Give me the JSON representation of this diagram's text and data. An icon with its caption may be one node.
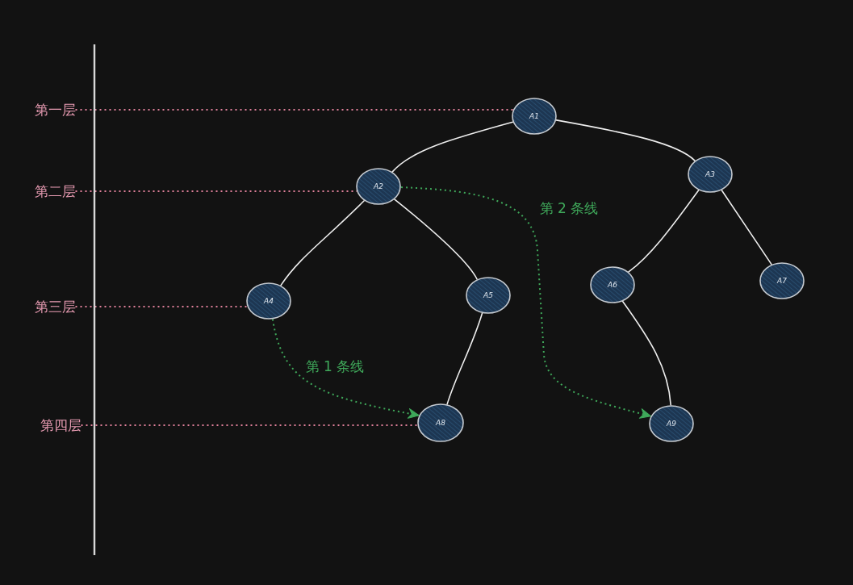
{
  "diagram": {
    "nodes": [
      {
        "text": [
          "A1"
        ]
      },
      {
        "text": [
          "A2"
        ]
      },
      {
        "text": [
          "A3"
        ]
      },
      {
        "text": [
          "A4"
        ]
      },
      {
        "text": [
          "A5"
        ]
      },
      {
        "text": [
          "A6"
        ]
      },
      {
        "text": [
          "A7"
        ]
      },
      {
        "text": [
          "A8"
        ]
      },
      {
        "text": [
          "A9"
        ]
      },
      {
        "text": [
          "第一层"
        ]
      },
      {
        "text": [
          "第二层"
        ]
      },
      {
        "text": [
          "第三层"
        ]
      },
      {
        "text": [
          "第四层"
        ]
      }
    ],
    "edges": [
      {
        "from": 0,
        "to": 1,
        "arrow": "none"
      },
      {
        "from": 0,
        "to": 2,
        "arrow": "none"
      },
      {
        "from": 1,
        "to": 3,
        "arrow": "none"
      },
      {
        "from": 1,
        "to": 4,
        "arrow": "none"
      },
      {
        "from": 2,
        "to": 5,
        "arrow": "none"
      },
      {
        "from": 2,
        "to": 6,
        "arrow": "none"
      },
      {
        "from": 4,
        "to": 7,
        "arrow": "none"
      },
      {
        "from": 5,
        "to": 8,
        "arrow": "none"
      },
      {
        "from": 3,
        "to": 7,
        "arrow": "to",
        "label": "第 1 条线",
        "style": "dashed",
        "color": "#3fa85a"
      },
      {
        "from": 1,
        "to": 8,
        "arrow": "to",
        "label": "第 2 条线",
        "style": "dashed",
        "color": "#3fa85a"
      },
      {
        "from": 9,
        "to": 0,
        "arrow": "none",
        "style": "dashed",
        "color": "#e0809a"
      },
      {
        "from": 10,
        "to": 1,
        "arrow": "none",
        "style": "dashed",
        "color": "#e0809a"
      },
      {
        "from": 11,
        "to": 3,
        "arrow": "none",
        "style": "dashed",
        "color": "#e0809a"
      },
      {
        "from": 12,
        "to": 7,
        "arrow": "none",
        "style": "dashed",
        "color": "#e0809a"
      }
    ]
  }
}
